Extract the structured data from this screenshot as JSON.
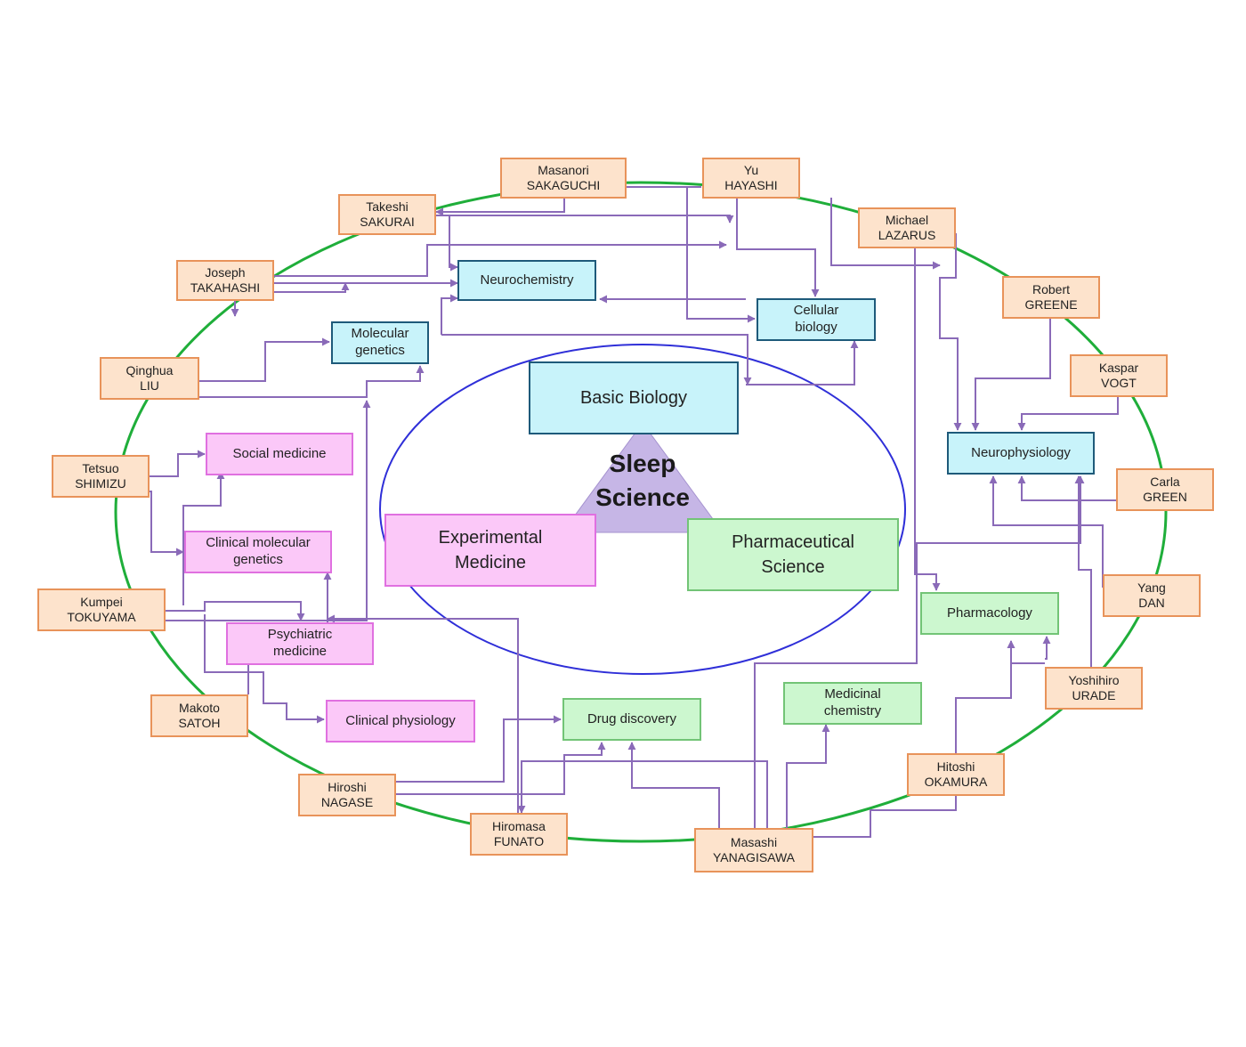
{
  "center": {
    "title_line1": "Sleep",
    "title_line2": "Science"
  },
  "categories": {
    "basic_biology": "Basic Biology",
    "experimental_medicine": {
      "line1": "Experimental",
      "line2": "Medicine"
    },
    "pharmaceutical_science": {
      "line1": "Pharmaceutical",
      "line2": "Science"
    }
  },
  "fields": {
    "neurochemistry": "Neurochemistry",
    "cellular_biology": {
      "line1": "Cellular",
      "line2": "biology"
    },
    "molecular_genetics": {
      "line1": "Molecular",
      "line2": "genetics"
    },
    "neurophysiology": "Neurophysiology",
    "social_medicine": "Social medicine",
    "clinical_molecular_genetics": {
      "line1": "Clinical molecular",
      "line2": "genetics"
    },
    "psychiatric_medicine": {
      "line1": "Psychiatric",
      "line2": "medicine"
    },
    "clinical_physiology": "Clinical physiology",
    "pharmacology": "Pharmacology",
    "drug_discovery": "Drug discovery",
    "medicinal_chemistry": {
      "line1": "Medicinal",
      "line2": "chemistry"
    }
  },
  "researchers": {
    "sakaguchi": {
      "first": "Masanori",
      "last": "SAKAGUCHI"
    },
    "hayashi": {
      "first": "Yu",
      "last": "HAYASHI"
    },
    "sakurai": {
      "first": "Takeshi",
      "last": "SAKURAI"
    },
    "lazarus": {
      "first": "Michael",
      "last": "LAZARUS"
    },
    "takahashi": {
      "first": "Joseph",
      "last": "TAKAHASHI"
    },
    "greene": {
      "first": "Robert",
      "last": "GREENE"
    },
    "liu": {
      "first": "Qinghua",
      "last": "LIU"
    },
    "vogt": {
      "first": "Kaspar",
      "last": "VOGT"
    },
    "shimizu": {
      "first": "Tetsuo",
      "last": "SHIMIZU"
    },
    "green": {
      "first": "Carla",
      "last": "GREEN"
    },
    "dan": {
      "first": "Yang",
      "last": "DAN"
    },
    "tokuyama": {
      "first": "Kumpei",
      "last": "TOKUYAMA"
    },
    "urade": {
      "first": "Yoshihiro",
      "last": "URADE"
    },
    "satoh": {
      "first": "Makoto",
      "last": "SATOH"
    },
    "okamura": {
      "first": "Hitoshi",
      "last": "OKAMURA"
    },
    "nagase": {
      "first": "Hiroshi",
      "last": "NAGASE"
    },
    "funato": {
      "first": "Hiromasa",
      "last": "FUNATO"
    },
    "yanagisawa": {
      "first": "Masashi",
      "last": "YANAGISAWA"
    }
  },
  "colors": {
    "outer_ring": "#1fae3a",
    "inner_ring": "#2f2fd8",
    "connector": "#8a6ab8",
    "triangle": "#c6b6e6",
    "researcher_fill": "#fde3cc",
    "basic_fill": "#c8f3fa",
    "medicine_fill": "#fbc8f8",
    "pharma_fill": "#ccf7cf"
  }
}
